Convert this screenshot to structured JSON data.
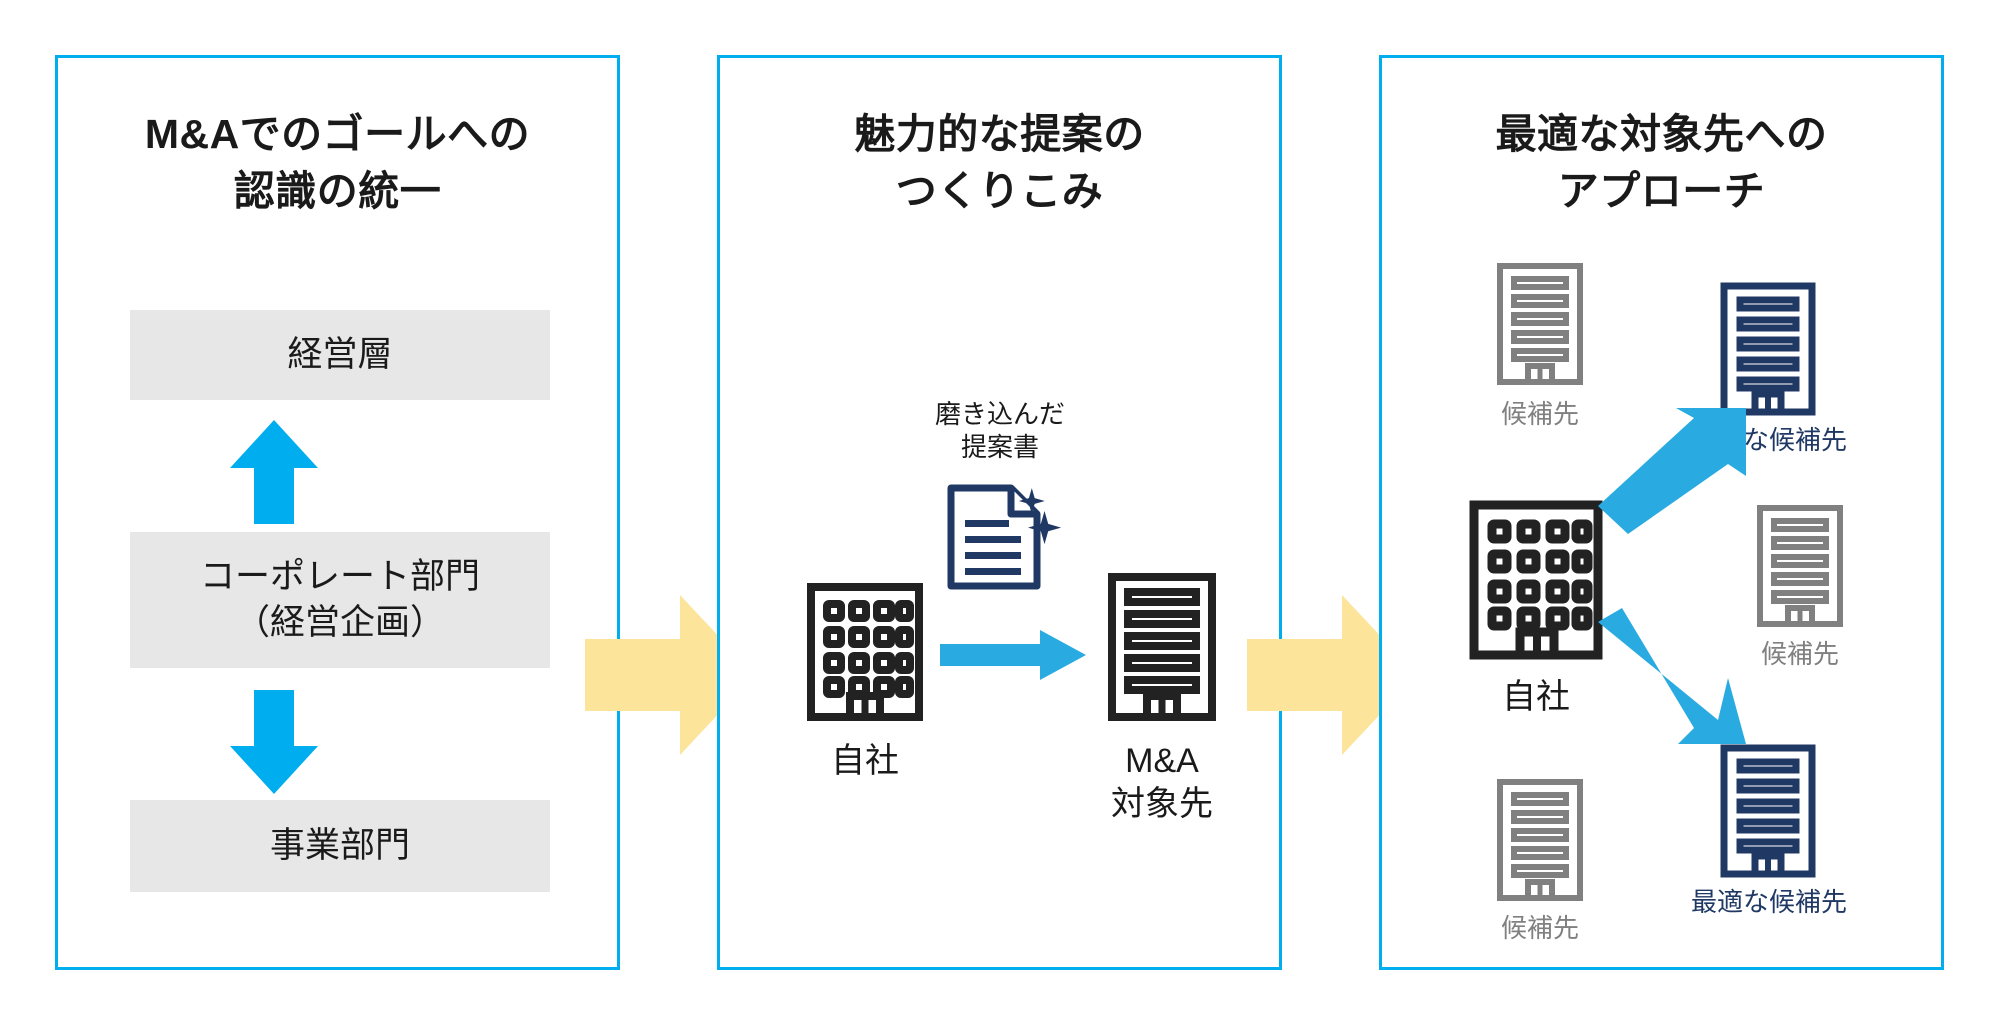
{
  "colors": {
    "panel_border": "#00AEEF",
    "cyan_arrow": "#00AEEF",
    "yellow_arrow": "#FCE49B",
    "grey_box": "#E7E7E7",
    "navy": "#1F3864",
    "grey_icon": "#808080",
    "dark_icon": "#222222",
    "text": "#1A1A1A"
  },
  "panels": [
    {
      "id": "panel-1",
      "title": "M&Aでのゴールへの\n認識の統一",
      "title_line1": "M&Aでのゴールへの",
      "title_line2": "認識の統一",
      "boxes": [
        {
          "label": "経営層"
        },
        {
          "label_line1": "コーポレート部門",
          "label_line2": "（経営企画）"
        },
        {
          "label": "事業部門"
        }
      ],
      "arrows": [
        {
          "name": "arrow-up-cyan",
          "direction": "up"
        },
        {
          "name": "arrow-down-cyan",
          "direction": "down"
        }
      ]
    },
    {
      "id": "panel-2",
      "title_line1": "魅力的な提案の",
      "title_line2": "つくりこみ",
      "doc_label_line1": "磨き込んだ",
      "doc_label_line2": "提案書",
      "self_label": "自社",
      "target_label_line1": "M&A",
      "target_label_line2": "対象先"
    },
    {
      "id": "panel-3",
      "title_line1": "最適な対象先への",
      "title_line2": "アプローチ",
      "self_label": "自社",
      "candidate_label": "候補先",
      "best_label": "最適な候補先",
      "candidates": [
        {
          "label": "候補先",
          "state": "normal"
        },
        {
          "label": "最適な候補先",
          "state": "best"
        },
        {
          "label": "候補先",
          "state": "normal"
        },
        {
          "label": "候補先",
          "state": "normal"
        },
        {
          "label": "最適な候補先",
          "state": "best"
        }
      ]
    }
  ],
  "connectors": [
    {
      "name": "stage-arrow-1",
      "shape": "block-arrow-right",
      "color": "#FCE49B"
    },
    {
      "name": "stage-arrow-2",
      "shape": "block-arrow-right",
      "color": "#FCE49B"
    }
  ]
}
